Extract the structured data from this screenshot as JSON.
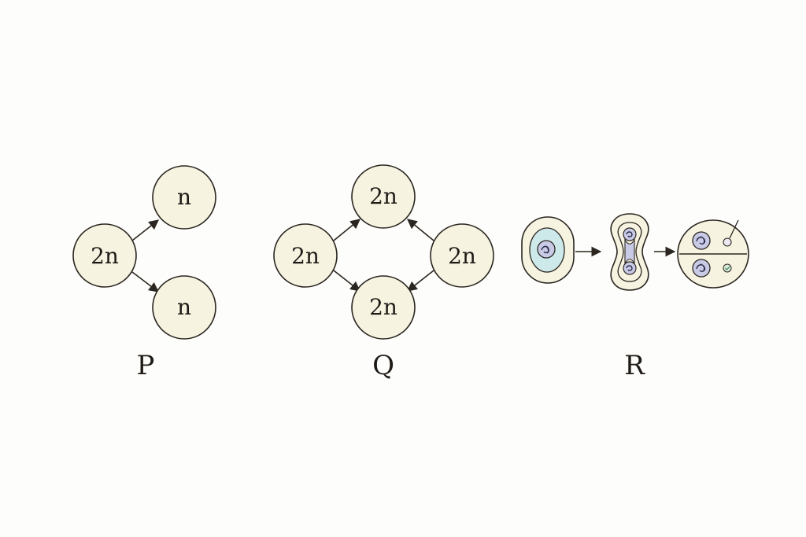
{
  "panels": {
    "P": {
      "label": "P",
      "parent": "2n",
      "children": [
        "n",
        "n"
      ]
    },
    "Q": {
      "label": "Q",
      "left": "2n",
      "right": "2n",
      "top": "2n",
      "bottom": "2n"
    },
    "R": {
      "label": "R"
    }
  },
  "colors": {
    "cell_fill": "#f7f3e1",
    "outline": "#2b2620",
    "cytoplasm_blue": "#cde9ea",
    "nucleus_lavender": "#c9cbe6",
    "small_dot_green": "#d7ecd9"
  }
}
